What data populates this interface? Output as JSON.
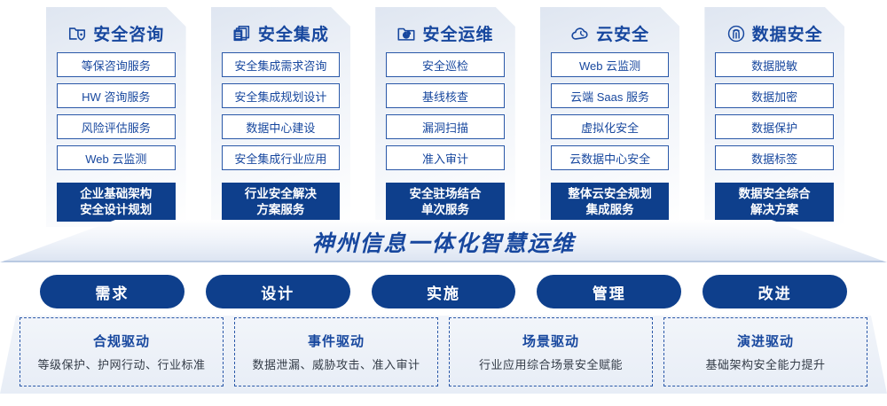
{
  "pillars": [
    {
      "icon": "folder-shield-icon",
      "title": "安全咨询",
      "items": [
        "等保咨询服务",
        "HW 咨询服务",
        "风险评估服务",
        "Web 云监测"
      ],
      "highlight": [
        "企业基础架构",
        "安全设计规划"
      ]
    },
    {
      "icon": "stacked-documents-icon",
      "title": "安全集成",
      "items": [
        "安全集成需求咨询",
        "安全集成规划设计",
        "数据中心建设",
        "安全集成行业应用"
      ],
      "highlight": [
        "行业安全解决",
        "方案服务"
      ]
    },
    {
      "icon": "folder-chart-icon",
      "title": "安全运维",
      "items": [
        "安全巡检",
        "基线核查",
        "漏洞扫描",
        "准入审计"
      ],
      "highlight": [
        "安全驻场结合",
        "单次服务"
      ]
    },
    {
      "icon": "cloud-icon",
      "title": "云安全",
      "items": [
        "Web 云监测",
        "云端 Saas 服务",
        "虚拟化安全",
        "云数据中心安全"
      ],
      "highlight": [
        "整体云安全规划",
        "集成服务"
      ]
    },
    {
      "icon": "fingerprint-icon",
      "title": "数据安全",
      "items": [
        "数据脱敏",
        "数据加密",
        "数据保护",
        "数据标签"
      ],
      "highlight": [
        "数据安全综合",
        "解决方案"
      ]
    }
  ],
  "banner": {
    "text": "神州信息一体化智慧运维"
  },
  "phases": [
    {
      "label": "需求"
    },
    {
      "label": "设计"
    },
    {
      "label": "实施"
    },
    {
      "label": "管理"
    },
    {
      "label": "改进"
    }
  ],
  "drivers": [
    {
      "title": "合规驱动",
      "desc": "等级保护、护网行动、行业标准"
    },
    {
      "title": "事件驱动",
      "desc": "数据泄漏、威胁攻击、准入审计"
    },
    {
      "title": "场景驱动",
      "desc": "行业应用综合场景安全赋能"
    },
    {
      "title": "演进驱动",
      "desc": "基础架构安全能力提升"
    }
  ],
  "colors": {
    "brand_blue": "#17479e",
    "deep_blue": "#0e3f8c",
    "border_blue": "#2a58a8",
    "text_dark": "#333b47"
  }
}
